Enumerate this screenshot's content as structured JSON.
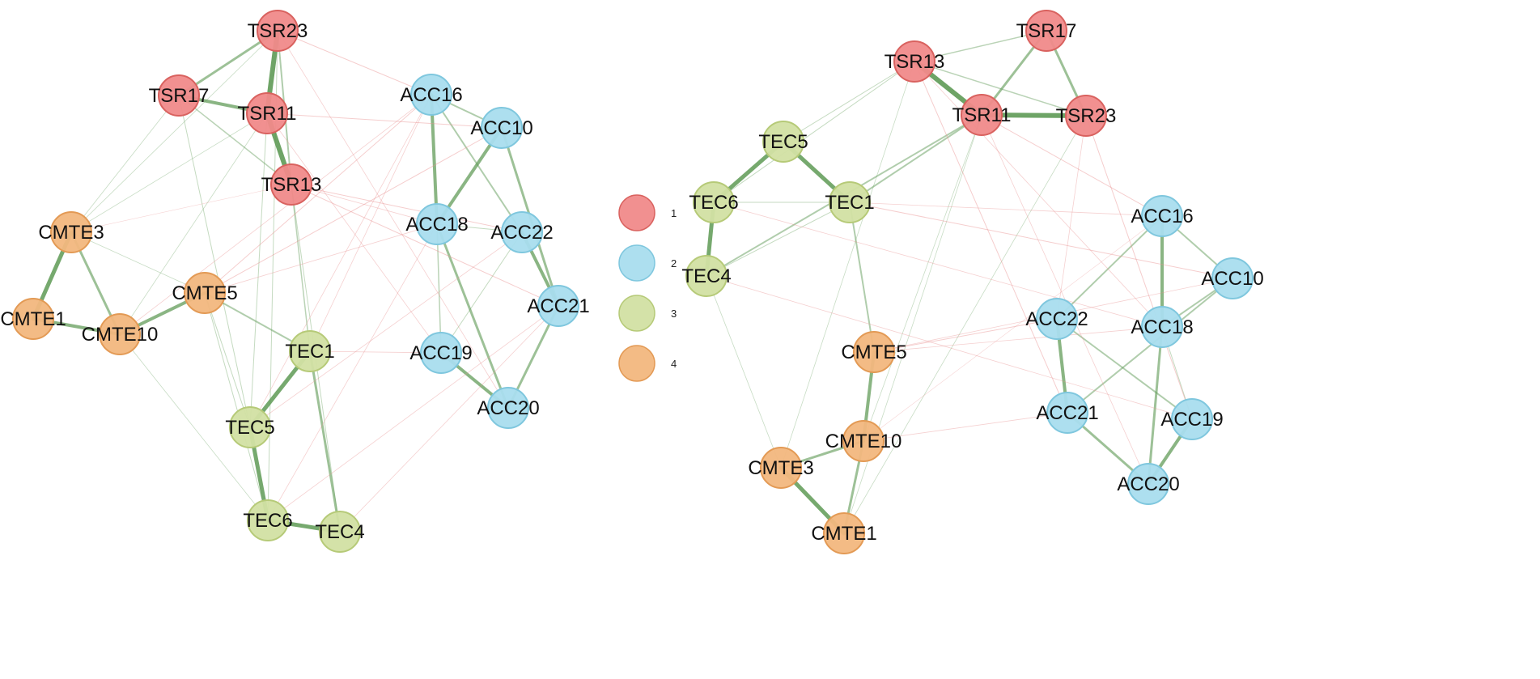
{
  "colors": {
    "group1": "#F08A8A",
    "group2": "#A9DDEE",
    "group3": "#D2E0A3",
    "group4": "#F2B77E",
    "group1_stroke": "#D9625F",
    "group2_stroke": "#7FC7DE",
    "group3_stroke": "#B6CA78",
    "group4_stroke": "#E39A55",
    "positive_edge": "#5E9A55",
    "negative_edge": "#E89090"
  },
  "legend": [
    {
      "group": 1,
      "label": "1"
    },
    {
      "group": 2,
      "label": "2"
    },
    {
      "group": 3,
      "label": "3"
    },
    {
      "group": 4,
      "label": "4"
    }
  ],
  "networks": [
    {
      "id": "left",
      "nodes": [
        {
          "id": "TSR23",
          "label": "TSR23",
          "group": 1
        },
        {
          "id": "TSR17",
          "label": "TSR17",
          "group": 1
        },
        {
          "id": "TSR11",
          "label": "TSR11",
          "group": 1
        },
        {
          "id": "TSR13",
          "label": "TSR13",
          "group": 1
        },
        {
          "id": "ACC16",
          "label": "ACC16",
          "group": 2
        },
        {
          "id": "ACC10",
          "label": "ACC10",
          "group": 2
        },
        {
          "id": "ACC18",
          "label": "ACC18",
          "group": 2
        },
        {
          "id": "ACC22",
          "label": "ACC22",
          "group": 2
        },
        {
          "id": "ACC21",
          "label": "ACC21",
          "group": 2
        },
        {
          "id": "ACC19",
          "label": "ACC19",
          "group": 2
        },
        {
          "id": "ACC20",
          "label": "ACC20",
          "group": 2
        },
        {
          "id": "TEC1",
          "label": "TEC1",
          "group": 3
        },
        {
          "id": "TEC5",
          "label": "TEC5",
          "group": 3
        },
        {
          "id": "TEC6",
          "label": "TEC6",
          "group": 3
        },
        {
          "id": "TEC4",
          "label": "TEC4",
          "group": 3
        },
        {
          "id": "CMTE3",
          "label": "CMTE3",
          "group": 4
        },
        {
          "id": "CMTE1",
          "label": "CMTE1",
          "group": 4
        },
        {
          "id": "CMTE10",
          "label": "CMTE10",
          "group": 4
        },
        {
          "id": "CMTE5",
          "label": "CMTE5",
          "group": 4
        }
      ],
      "edges": [
        {
          "source": "TSR23",
          "target": "TSR11",
          "weight": 6,
          "sign": "positive"
        },
        {
          "source": "TSR11",
          "target": "TSR13",
          "weight": 6,
          "sign": "positive"
        },
        {
          "source": "TSR17",
          "target": "TSR11",
          "weight": 4,
          "sign": "positive"
        },
        {
          "source": "TSR17",
          "target": "TSR23",
          "weight": 3,
          "sign": "positive"
        },
        {
          "source": "TSR23",
          "target": "TSR13",
          "weight": 2,
          "sign": "positive"
        },
        {
          "source": "TSR17",
          "target": "TSR13",
          "weight": 1.5,
          "sign": "positive"
        },
        {
          "source": "ACC16",
          "target": "ACC18",
          "weight": 4,
          "sign": "positive"
        },
        {
          "source": "ACC10",
          "target": "ACC18",
          "weight": 4,
          "sign": "positive"
        },
        {
          "source": "ACC22",
          "target": "ACC21",
          "weight": 4,
          "sign": "positive"
        },
        {
          "source": "ACC10",
          "target": "ACC21",
          "weight": 3,
          "sign": "positive"
        },
        {
          "source": "ACC18",
          "target": "ACC20",
          "weight": 3,
          "sign": "positive"
        },
        {
          "source": "ACC19",
          "target": "ACC20",
          "weight": 4,
          "sign": "positive"
        },
        {
          "source": "ACC21",
          "target": "ACC20",
          "weight": 3,
          "sign": "positive"
        },
        {
          "source": "ACC16",
          "target": "ACC10",
          "weight": 2,
          "sign": "positive"
        },
        {
          "source": "ACC16",
          "target": "ACC22",
          "weight": 2,
          "sign": "positive"
        },
        {
          "source": "ACC18",
          "target": "ACC19",
          "weight": 1.5,
          "sign": "positive"
        },
        {
          "source": "ACC18",
          "target": "ACC22",
          "weight": 1,
          "sign": "positive"
        },
        {
          "source": "ACC22",
          "target": "ACC19",
          "weight": 1,
          "sign": "positive"
        },
        {
          "source": "CMTE3",
          "target": "CMTE1",
          "weight": 5,
          "sign": "positive"
        },
        {
          "source": "CMTE1",
          "target": "CMTE10",
          "weight": 4,
          "sign": "positive"
        },
        {
          "source": "CMTE3",
          "target": "CMTE10",
          "weight": 3,
          "sign": "positive"
        },
        {
          "source": "CMTE10",
          "target": "CMTE5",
          "weight": 4,
          "sign": "positive"
        },
        {
          "source": "CMTE5",
          "target": "TEC1",
          "weight": 2,
          "sign": "positive"
        },
        {
          "source": "TEC1",
          "target": "TEC5",
          "weight": 5,
          "sign": "positive"
        },
        {
          "source": "TEC5",
          "target": "TEC6",
          "weight": 5,
          "sign": "positive"
        },
        {
          "source": "TEC6",
          "target": "TEC4",
          "weight": 5,
          "sign": "positive"
        },
        {
          "source": "TEC1",
          "target": "TEC4",
          "weight": 3,
          "sign": "positive"
        },
        {
          "source": "TSR13",
          "target": "TEC1",
          "weight": 1.5,
          "sign": "positive"
        },
        {
          "source": "TSR11",
          "target": "TEC5",
          "weight": 1,
          "sign": "positive"
        },
        {
          "source": "TSR17",
          "target": "TEC5",
          "weight": 1,
          "sign": "positive"
        },
        {
          "source": "TSR17",
          "target": "CMTE3",
          "weight": 0.8,
          "sign": "positive"
        },
        {
          "source": "TSR23",
          "target": "CMTE3",
          "weight": 0.8,
          "sign": "positive"
        },
        {
          "source": "TSR11",
          "target": "CMTE10",
          "weight": 0.8,
          "sign": "positive"
        },
        {
          "source": "TSR23",
          "target": "TEC6",
          "weight": 1,
          "sign": "positive"
        },
        {
          "source": "TSR13",
          "target": "TEC4",
          "weight": 1,
          "sign": "positive"
        },
        {
          "source": "CMTE3",
          "target": "CMTE5",
          "weight": 0.8,
          "sign": "positive"
        },
        {
          "source": "CMTE10",
          "target": "TEC6",
          "weight": 0.8,
          "sign": "positive"
        },
        {
          "source": "CMTE5",
          "target": "TEC6",
          "weight": 1,
          "sign": "positive"
        },
        {
          "source": "CMTE5",
          "target": "TEC5",
          "weight": 1,
          "sign": "positive"
        },
        {
          "source": "TSR11",
          "target": "CMTE3",
          "weight": 0.8,
          "sign": "positive"
        },
        {
          "source": "TSR23",
          "target": "ACC16",
          "weight": 1,
          "sign": "negative"
        },
        {
          "source": "TSR11",
          "target": "ACC10",
          "weight": 1,
          "sign": "negative"
        },
        {
          "source": "TSR13",
          "target": "ACC22",
          "weight": 1,
          "sign": "negative"
        },
        {
          "source": "TSR13",
          "target": "ACC21",
          "weight": 1,
          "sign": "negative"
        },
        {
          "source": "TSR11",
          "target": "ACC19",
          "weight": 0.8,
          "sign": "negative"
        },
        {
          "source": "TSR23",
          "target": "ACC20",
          "weight": 0.8,
          "sign": "negative"
        },
        {
          "source": "TSR13",
          "target": "ACC18",
          "weight": 0.8,
          "sign": "negative"
        },
        {
          "source": "CMTE5",
          "target": "ACC16",
          "weight": 1,
          "sign": "negative"
        },
        {
          "source": "CMTE5",
          "target": "ACC10",
          "weight": 1,
          "sign": "negative"
        },
        {
          "source": "CMTE5",
          "target": "ACC18",
          "weight": 0.8,
          "sign": "negative"
        },
        {
          "source": "CMTE10",
          "target": "ACC16",
          "weight": 0.8,
          "sign": "negative"
        },
        {
          "source": "TEC1",
          "target": "ACC19",
          "weight": 0.8,
          "sign": "negative"
        },
        {
          "source": "TEC1",
          "target": "ACC16",
          "weight": 0.8,
          "sign": "negative"
        },
        {
          "source": "TEC5",
          "target": "ACC22",
          "weight": 0.8,
          "sign": "negative"
        },
        {
          "source": "TEC6",
          "target": "ACC21",
          "weight": 0.8,
          "sign": "negative"
        },
        {
          "source": "TEC4",
          "target": "ACC21",
          "weight": 0.8,
          "sign": "negative"
        },
        {
          "source": "TEC6",
          "target": "ACC18",
          "weight": 0.8,
          "sign": "negative"
        },
        {
          "source": "TEC5",
          "target": "ACC16",
          "weight": 0.8,
          "sign": "negative"
        },
        {
          "source": "CMTE3",
          "target": "TSR13",
          "weight": 0.6,
          "sign": "negative"
        }
      ]
    },
    {
      "id": "right",
      "nodes": [
        {
          "id": "TSR17",
          "label": "TSR17",
          "group": 1
        },
        {
          "id": "TSR13",
          "label": "TSR13",
          "group": 1
        },
        {
          "id": "TSR11",
          "label": "TSR11",
          "group": 1
        },
        {
          "id": "TSR23",
          "label": "TSR23",
          "group": 1
        },
        {
          "id": "TEC5",
          "label": "TEC5",
          "group": 3
        },
        {
          "id": "TEC6",
          "label": "TEC6",
          "group": 3
        },
        {
          "id": "TEC1",
          "label": "TEC1",
          "group": 3
        },
        {
          "id": "TEC4",
          "label": "TEC4",
          "group": 3
        },
        {
          "id": "ACC16",
          "label": "ACC16",
          "group": 2
        },
        {
          "id": "ACC10",
          "label": "ACC10",
          "group": 2
        },
        {
          "id": "ACC22",
          "label": "ACC22",
          "group": 2
        },
        {
          "id": "ACC18",
          "label": "ACC18",
          "group": 2
        },
        {
          "id": "ACC21",
          "label": "ACC21",
          "group": 2
        },
        {
          "id": "ACC19",
          "label": "ACC19",
          "group": 2
        },
        {
          "id": "ACC20",
          "label": "ACC20",
          "group": 2
        },
        {
          "id": "CMTE5",
          "label": "CMTE5",
          "group": 4
        },
        {
          "id": "CMTE10",
          "label": "CMTE10",
          "group": 4
        },
        {
          "id": "CMTE3",
          "label": "CMTE3",
          "group": 4
        },
        {
          "id": "CMTE1",
          "label": "CMTE1",
          "group": 4
        }
      ],
      "edges": [
        {
          "source": "TSR13",
          "target": "TSR11",
          "weight": 6,
          "sign": "positive"
        },
        {
          "source": "TSR11",
          "target": "TSR23",
          "weight": 6,
          "sign": "positive"
        },
        {
          "source": "TSR17",
          "target": "TSR11",
          "weight": 3,
          "sign": "positive"
        },
        {
          "source": "TSR17",
          "target": "TSR23",
          "weight": 3,
          "sign": "positive"
        },
        {
          "source": "TSR13",
          "target": "TSR17",
          "weight": 1.5,
          "sign": "positive"
        },
        {
          "source": "TSR13",
          "target": "TSR23",
          "weight": 1.5,
          "sign": "positive"
        },
        {
          "source": "TEC5",
          "target": "TEC6",
          "weight": 5,
          "sign": "positive"
        },
        {
          "source": "TEC6",
          "target": "TEC4",
          "weight": 5,
          "sign": "positive"
        },
        {
          "source": "TEC5",
          "target": "TEC1",
          "weight": 5,
          "sign": "positive"
        },
        {
          "source": "TEC1",
          "target": "TSR11",
          "weight": 2,
          "sign": "positive"
        },
        {
          "source": "TEC4",
          "target": "TSR11",
          "weight": 2,
          "sign": "positive"
        },
        {
          "source": "TEC1",
          "target": "CMTE5",
          "weight": 2,
          "sign": "positive"
        },
        {
          "source": "TEC5",
          "target": "TSR13",
          "weight": 1,
          "sign": "positive"
        },
        {
          "source": "TEC6",
          "target": "TEC1",
          "weight": 1,
          "sign": "positive"
        },
        {
          "source": "TEC6",
          "target": "TSR13",
          "weight": 1,
          "sign": "positive"
        },
        {
          "source": "TEC4",
          "target": "TEC1",
          "weight": 1,
          "sign": "positive"
        },
        {
          "source": "CMTE5",
          "target": "CMTE10",
          "weight": 4,
          "sign": "positive"
        },
        {
          "source": "CMTE10",
          "target": "CMTE3",
          "weight": 3,
          "sign": "positive"
        },
        {
          "source": "CMTE3",
          "target": "CMTE1",
          "weight": 5,
          "sign": "positive"
        },
        {
          "source": "CMTE10",
          "target": "CMTE1",
          "weight": 3,
          "sign": "positive"
        },
        {
          "source": "CMTE3",
          "target": "TEC4",
          "weight": 0.8,
          "sign": "positive"
        },
        {
          "source": "CMTE1",
          "target": "TSR11",
          "weight": 0.8,
          "sign": "positive"
        },
        {
          "source": "CMTE3",
          "target": "TSR13",
          "weight": 0.8,
          "sign": "positive"
        },
        {
          "source": "CMTE1",
          "target": "TSR23",
          "weight": 0.8,
          "sign": "positive"
        },
        {
          "source": "CMTE10",
          "target": "TSR11",
          "weight": 0.8,
          "sign": "positive"
        },
        {
          "source": "ACC16",
          "target": "ACC18",
          "weight": 4,
          "sign": "positive"
        },
        {
          "source": "ACC16",
          "target": "ACC10",
          "weight": 2,
          "sign": "positive"
        },
        {
          "source": "ACC16",
          "target": "ACC22",
          "weight": 2,
          "sign": "positive"
        },
        {
          "source": "ACC10",
          "target": "ACC18",
          "weight": 2,
          "sign": "positive"
        },
        {
          "source": "ACC10",
          "target": "ACC21",
          "weight": 2,
          "sign": "positive"
        },
        {
          "source": "ACC22",
          "target": "ACC21",
          "weight": 4,
          "sign": "positive"
        },
        {
          "source": "ACC22",
          "target": "ACC19",
          "weight": 2,
          "sign": "positive"
        },
        {
          "source": "ACC18",
          "target": "ACC20",
          "weight": 3,
          "sign": "positive"
        },
        {
          "source": "ACC19",
          "target": "ACC20",
          "weight": 4,
          "sign": "positive"
        },
        {
          "source": "ACC21",
          "target": "ACC20",
          "weight": 3,
          "sign": "positive"
        },
        {
          "source": "ACC18",
          "target": "ACC19",
          "weight": 1,
          "sign": "positive"
        },
        {
          "source": "TSR23",
          "target": "ACC19",
          "weight": 1,
          "sign": "negative"
        },
        {
          "source": "TSR11",
          "target": "ACC16",
          "weight": 1,
          "sign": "negative"
        },
        {
          "source": "TSR13",
          "target": "ACC21",
          "weight": 1,
          "sign": "negative"
        },
        {
          "source": "TSR11",
          "target": "ACC20",
          "weight": 0.8,
          "sign": "negative"
        },
        {
          "source": "TSR23",
          "target": "ACC22",
          "weight": 0.8,
          "sign": "negative"
        },
        {
          "source": "TEC1",
          "target": "ACC10",
          "weight": 1,
          "sign": "negative"
        },
        {
          "source": "TEC1",
          "target": "ACC16",
          "weight": 0.8,
          "sign": "negative"
        },
        {
          "source": "TEC6",
          "target": "ACC18",
          "weight": 0.8,
          "sign": "negative"
        },
        {
          "source": "TEC4",
          "target": "ACC19",
          "weight": 0.8,
          "sign": "negative"
        },
        {
          "source": "CMTE5",
          "target": "ACC22",
          "weight": 1,
          "sign": "negative"
        },
        {
          "source": "CMTE5",
          "target": "ACC18",
          "weight": 0.8,
          "sign": "negative"
        },
        {
          "source": "CMTE5",
          "target": "ACC10",
          "weight": 0.8,
          "sign": "negative"
        },
        {
          "source": "CMTE10",
          "target": "ACC21",
          "weight": 0.8,
          "sign": "negative"
        },
        {
          "source": "CMTE10",
          "target": "ACC16",
          "weight": 0.6,
          "sign": "negative"
        },
        {
          "source": "TSR13",
          "target": "ACC18",
          "weight": 0.8,
          "sign": "negative"
        }
      ]
    }
  ]
}
